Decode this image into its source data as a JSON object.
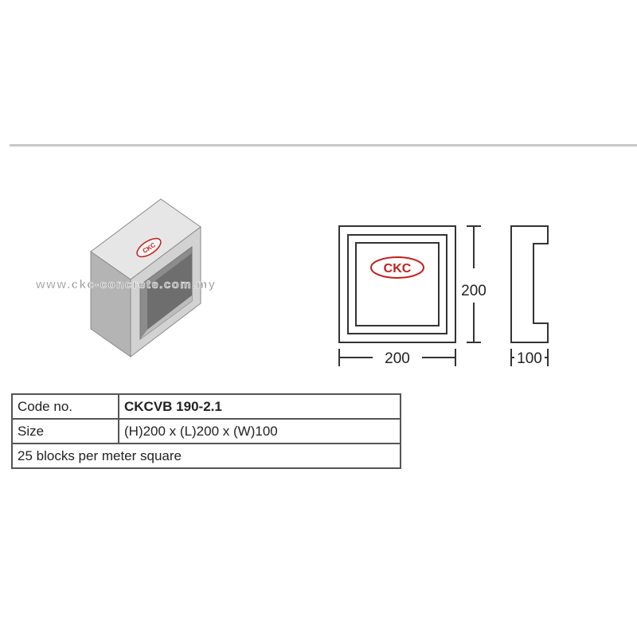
{
  "logo_text": "CKC",
  "watermark": "www.ckc-concrete.com.my",
  "drawing": {
    "height_label": "200",
    "length_label": "200",
    "width_label": "100"
  },
  "spec_table": {
    "rows": [
      {
        "label": "Code no.",
        "value": "CKCVB 190-2.1"
      },
      {
        "label": "Size",
        "value": "(H)200 x (L)200 x (W)100"
      }
    ],
    "note": "25 blocks per meter square"
  },
  "colors": {
    "logo_red": "#c0201c",
    "line": "#333333",
    "divider": "#c8c8c8",
    "block_face": "#d4d4d4",
    "block_side": "#a8a8a8"
  }
}
